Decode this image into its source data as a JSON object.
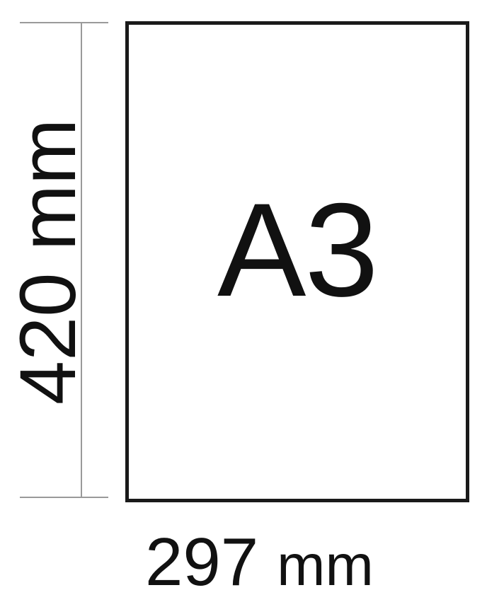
{
  "diagram": {
    "paper_label": "A3",
    "height_label": "420  mm",
    "width_value": "297",
    "width_unit": "mm"
  }
}
